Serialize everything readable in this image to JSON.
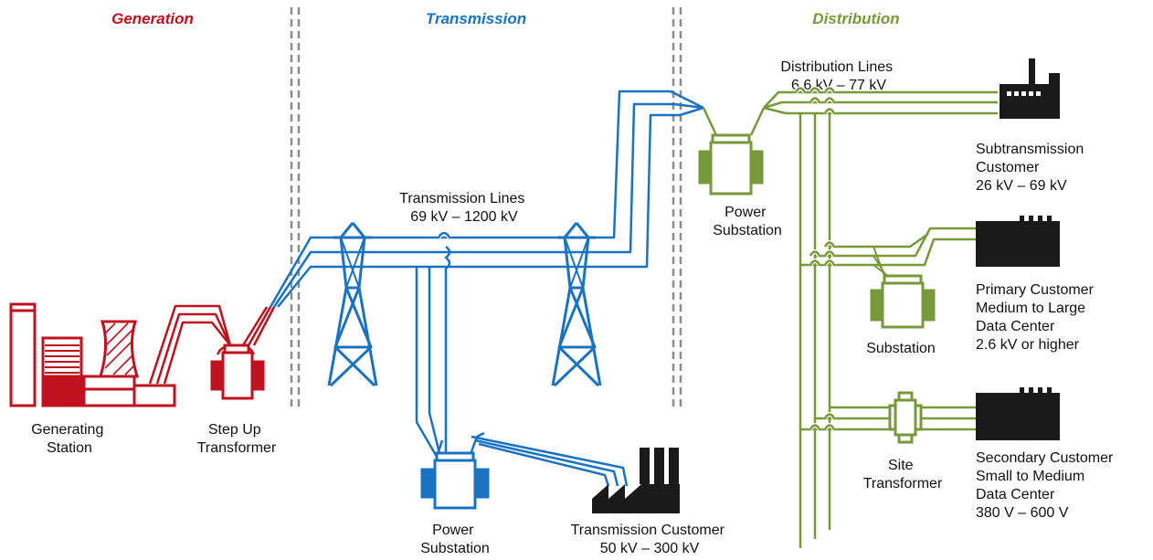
{
  "colors": {
    "generation": "#c0111f",
    "transmission": "#1a73c2",
    "distribution": "#77993a",
    "customer": "#1a1a1a",
    "separator": "#8c8c8c"
  },
  "sections": {
    "generation": "Generation",
    "transmission": "Transmission",
    "distribution": "Distribution"
  },
  "labels": {
    "generating_station": [
      "Generating",
      "Station"
    ],
    "step_up_transformer": [
      "Step Up",
      "Transformer"
    ],
    "transmission_lines": [
      "Transmission Lines",
      "69 kV – 1200 kV"
    ],
    "power_substation_bottom": [
      "Power",
      "Substation"
    ],
    "transmission_customer": [
      "Transmission Customer",
      "50 kV – 300 kV"
    ],
    "distribution_lines": [
      "Distribution Lines",
      "6.6 kV – 77 kV"
    ],
    "power_substation_top": [
      "Power",
      "Substation"
    ],
    "subtransmission_customer": [
      "Subtransmission",
      "Customer",
      "26 kV – 69 kV"
    ],
    "primary_customer": [
      "Primary Customer",
      "Medium to Large",
      "Data Center",
      "2.6 kV or higher"
    ],
    "substation": [
      "Substation"
    ],
    "secondary_customer": [
      "Secondary Customer",
      "Small to Medium",
      "Data Center",
      "380 V – 600 V"
    ],
    "site_transformer": [
      "Site",
      "Transformer"
    ]
  },
  "icons": {
    "generating_station": "power-plant-icon",
    "step_up_transformer": "transformer-icon",
    "towers": "transmission-tower-icon",
    "transmission_customer": "factory-icon",
    "subtransmission_customer": "factory-icon",
    "primary_customer": "data-center-icon",
    "secondary_customer": "data-center-icon"
  }
}
